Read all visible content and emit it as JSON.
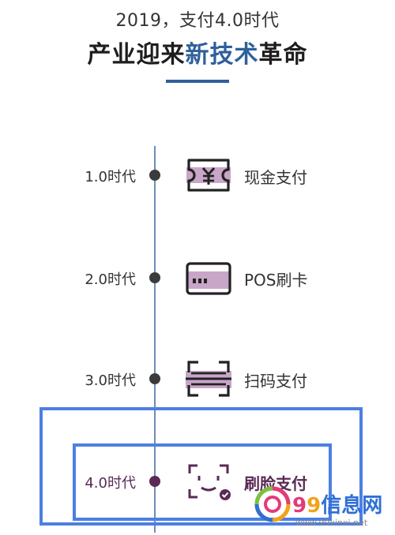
{
  "header": {
    "subtitle": "2019，支付4.0时代",
    "headline_part1": "产业迎来",
    "headline_highlight": "新技术",
    "headline_part2": "革命"
  },
  "colors": {
    "accent_blue": "#2f5f9c",
    "icon_purple": "#c7a6c8",
    "current_purple": "#5a2a55",
    "highlight_box_blue": "#4d7fe0"
  },
  "timeline": {
    "eras": [
      {
        "label": "1.0时代",
        "method": "现金支付",
        "icon": "cash-yuan-ticket-icon"
      },
      {
        "label": "2.0时代",
        "method": "POS刷卡",
        "icon": "bank-card-icon"
      },
      {
        "label": "3.0时代",
        "method": "扫码支付",
        "icon": "qr-scan-icon"
      },
      {
        "label": "4.0时代",
        "method": "刷脸支付",
        "icon": "face-scan-icon",
        "current": true
      }
    ]
  },
  "watermark": {
    "brand_num1": "9",
    "brand_num2": "9",
    "brand_text": "信息网",
    "url": "www.99xinxi.net"
  }
}
